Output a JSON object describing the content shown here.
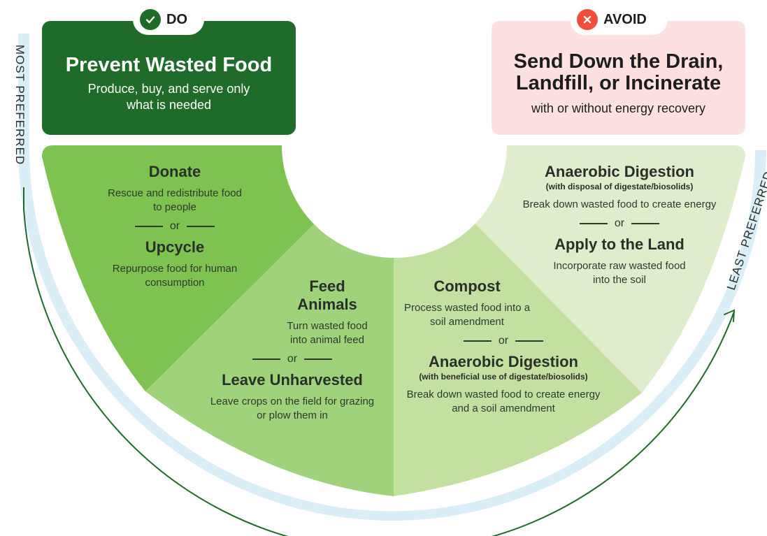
{
  "do": {
    "pill_label": "DO",
    "pill_icon": "check-icon",
    "title": "Prevent Wasted Food",
    "subtitle": "Produce, buy, and serve only what is needed"
  },
  "avoid": {
    "pill_label": "AVOID",
    "pill_icon": "x-icon",
    "title": "Send Down the Drain, Landfill, or Incinerate",
    "subtitle": "with or without energy recovery"
  },
  "axis": {
    "most": "MOST PREFERRED",
    "least": "LEAST PREFERRED"
  },
  "separator": "or",
  "segments": [
    {
      "color": "#7ec24f",
      "first": {
        "title": "Donate",
        "desc": "Rescue and redistribute food to people"
      },
      "second": {
        "title": "Upcycle",
        "desc": "Repurpose food for human consumption"
      }
    },
    {
      "color": "#9fd27a",
      "first": {
        "title": "Feed Animals",
        "desc": "Turn wasted food into animal feed"
      },
      "second": {
        "title": "Leave Unharvested",
        "desc": "Leave crops on the field for grazing or plow them in"
      }
    },
    {
      "color": "#c3e0a1",
      "first": {
        "title": "Compost",
        "desc": "Process wasted food into a soil amendment"
      },
      "second": {
        "title": "Anaerobic Digestion",
        "note": "(with beneficial use of digestate/biosolids)",
        "desc": "Break down wasted food to create energy and a soil amendment"
      }
    },
    {
      "color": "#e0edcc",
      "first": {
        "title": "Anaerobic Digestion",
        "note": "(with disposal of digestate/biosolids)",
        "desc": "Break down wasted food to create energy"
      },
      "second": {
        "title": "Apply to the Land",
        "desc": "Incorporate raw wasted food into the soil"
      }
    }
  ],
  "colors": {
    "do_box": "#1f6b2a",
    "avoid_box": "#fde1e1",
    "check_badge": "#1f6b2a",
    "x_badge": "#f04e3a",
    "axis_ring": "#d9eef7",
    "axis_arrow": "#1f6b2a"
  }
}
